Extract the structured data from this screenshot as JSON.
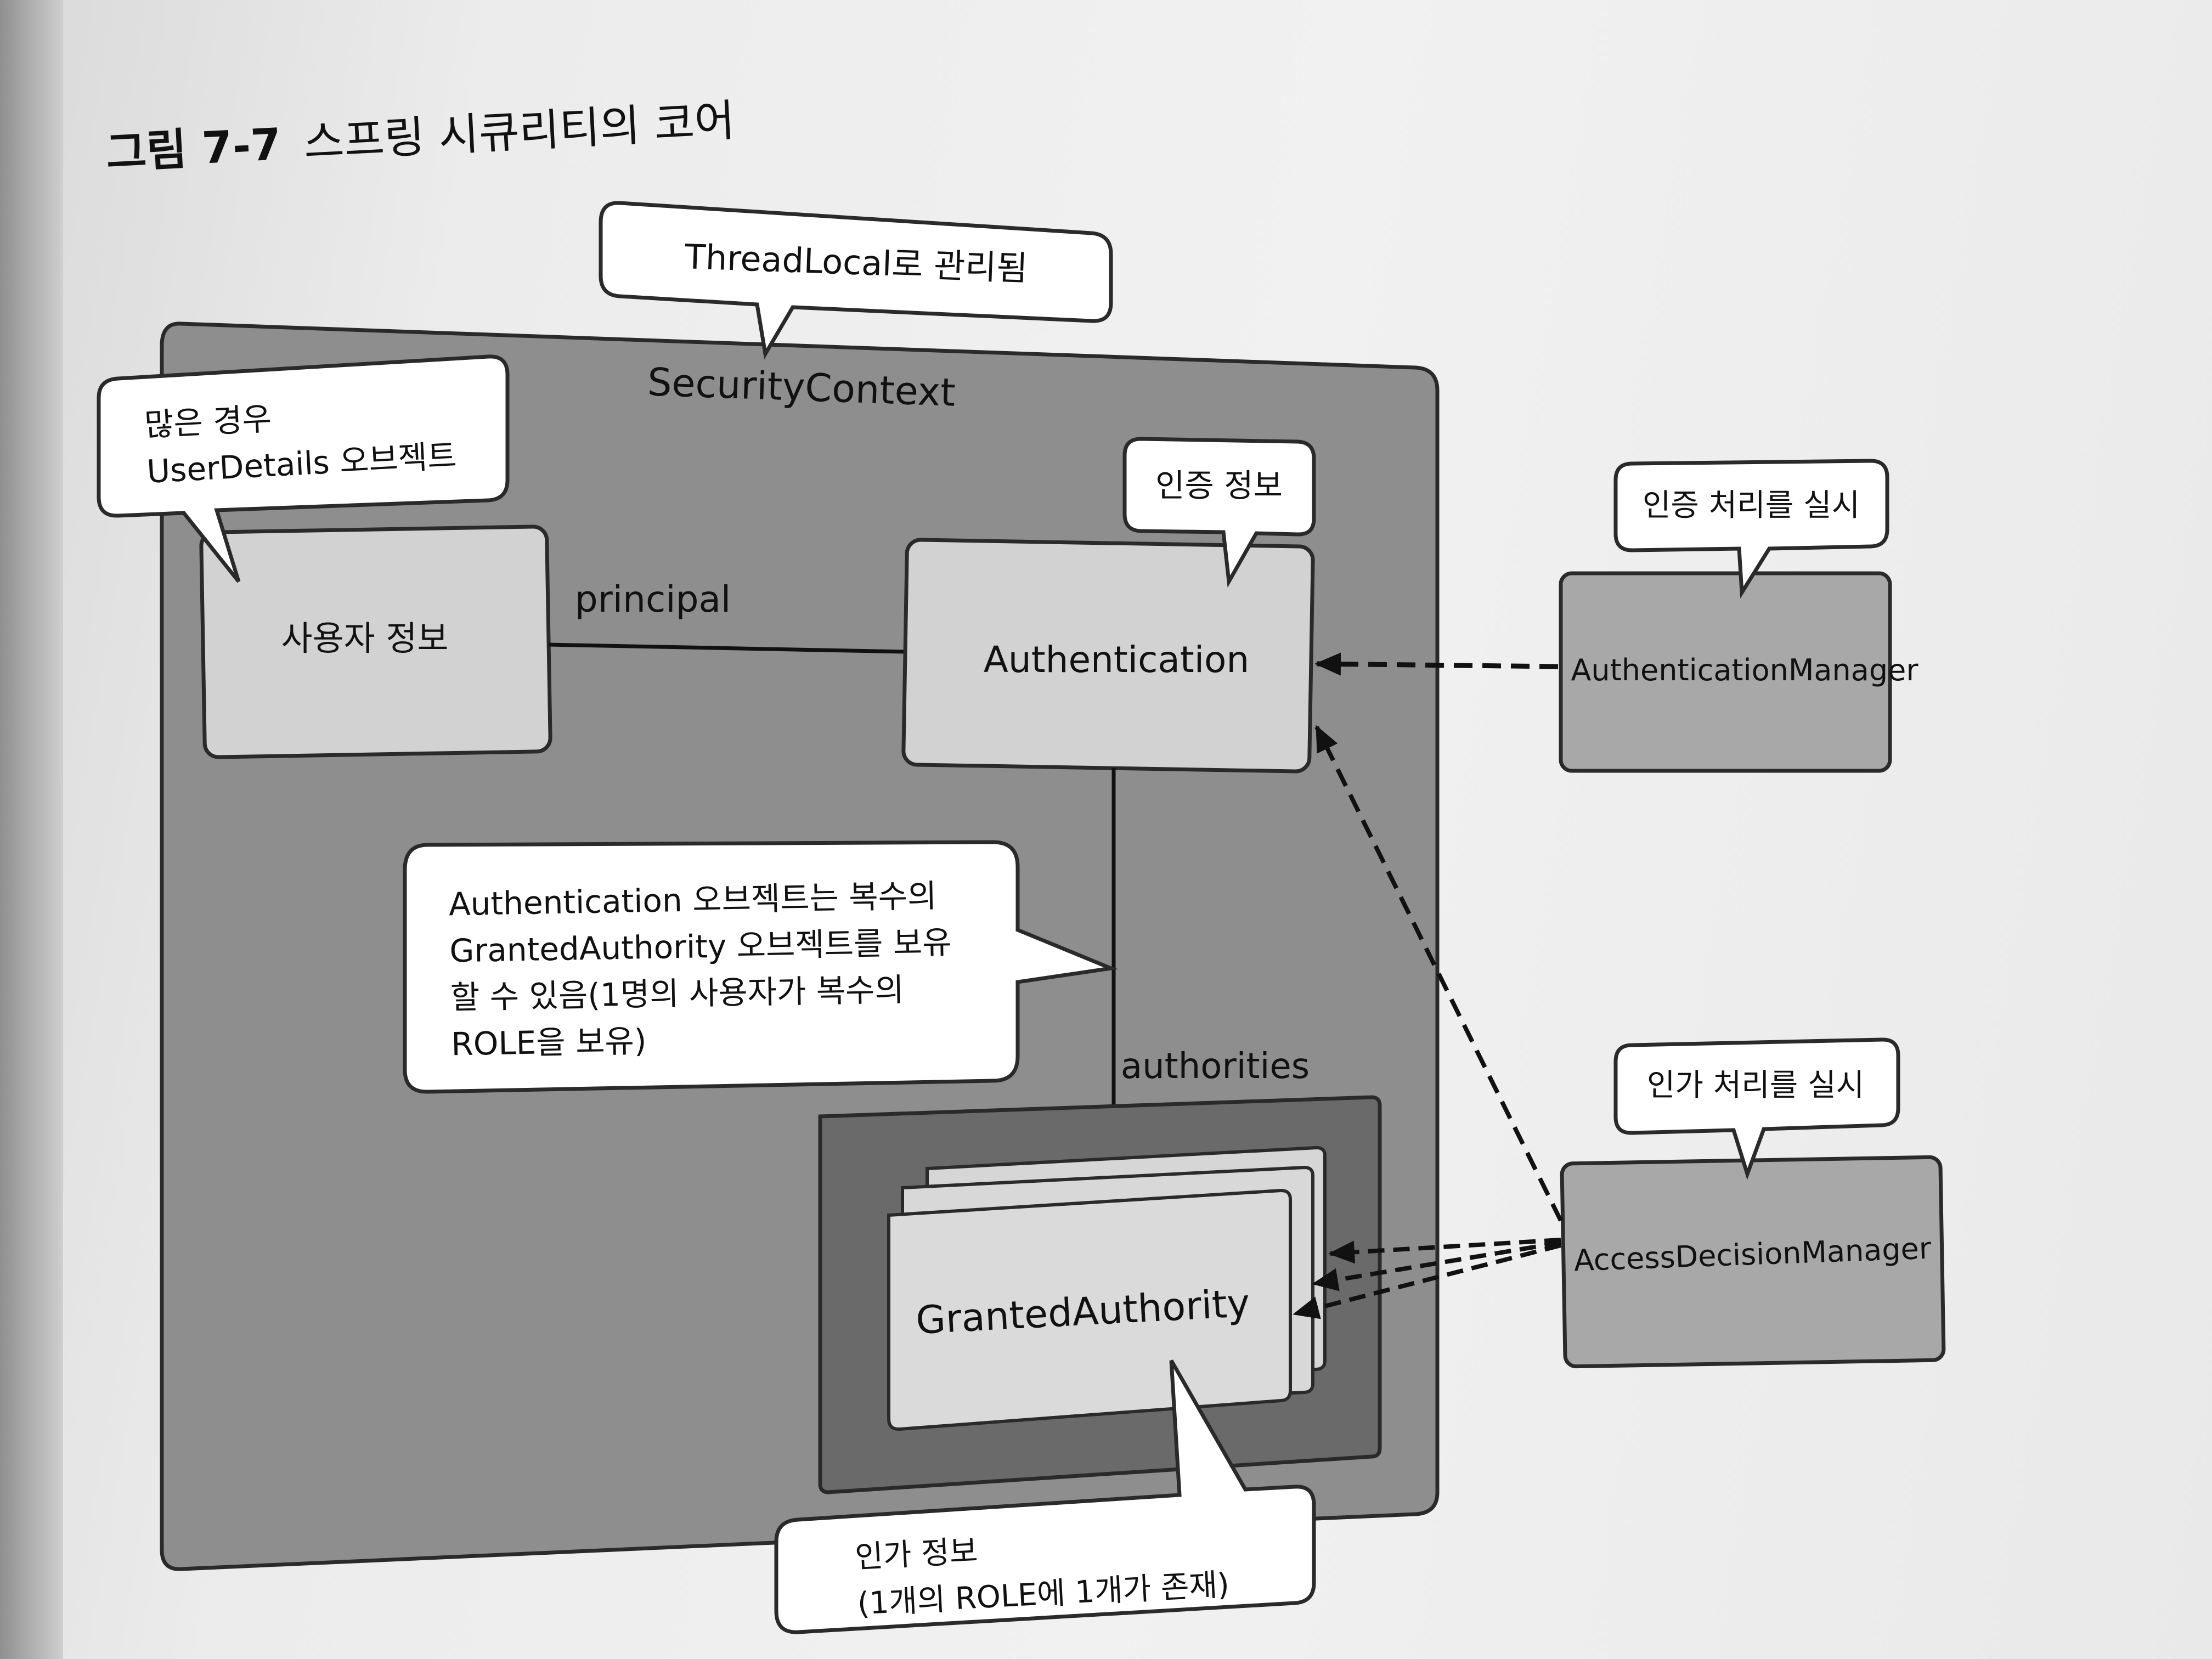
{
  "caption": {
    "number": "그림 7-7",
    "title": "스프링 시큐리티의 코어"
  },
  "diagram": {
    "container_label": "SecurityContext",
    "nodes": {
      "user_info": "사용자 정보",
      "authentication": "Authentication",
      "granted_authority": "GrantedAuthority",
      "authentication_manager": "AuthenticationManager",
      "access_decision_manager": "AccessDecisionManager"
    },
    "edge_labels": {
      "principal": "principal",
      "authorities": "authorities"
    },
    "callouts": {
      "threadlocal": "ThreadLocal로 관리됨",
      "userdetails": [
        "많은 경우",
        "UserDetails 오브젝트"
      ],
      "auth_info": "인증 정보",
      "auth_process": "인증 처리를 실시",
      "authorization_process": "인가 처리를 실시",
      "multiple_authorities": [
        "Authentication 오브젝트는 복수의",
        "GrantedAuthority 오브젝트를 보유",
        "할 수 있음(1명의 사용자가 복수의",
        "ROLE을 보유)"
      ],
      "authorization_info": [
        "인가 정보",
        "(1개의 ROLE에 1개가 존재)"
      ]
    }
  },
  "colors": {
    "container": "#8e8e8e",
    "node_light": "#d2d2d2",
    "node_manager": "#a8a8a8",
    "authority_frame": "#6a6a6a",
    "callout": "#ffffff",
    "stroke": "#222222"
  }
}
